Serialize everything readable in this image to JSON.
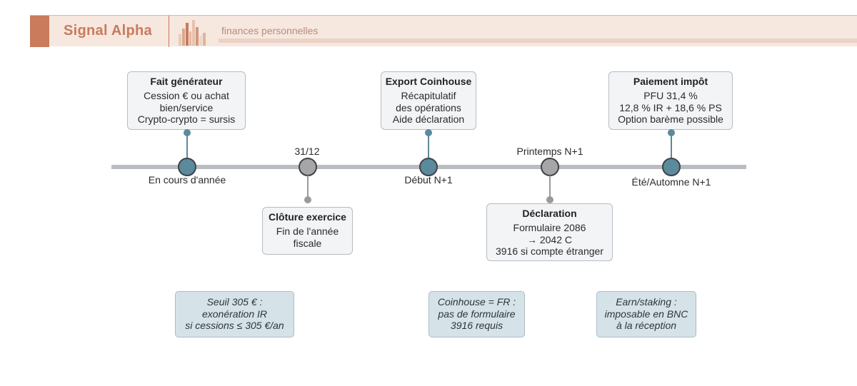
{
  "header": {
    "brand": "Signal Alpha",
    "tagline": "finances personnelles",
    "logo_icon": "bar-chart-logo-icon"
  },
  "colors": {
    "accent": "#c97b5c",
    "node_blue": "#5b8a9c",
    "node_grey": "#a6a6a6",
    "axis": "#b9bcc1",
    "note_bg": "#d5e3e8"
  },
  "timeline": {
    "events": [
      {
        "label": "En cours d'année",
        "kind": "blue",
        "box": {
          "title": "Fait générateur",
          "lines": [
            "Cession € ou achat",
            "bien/service",
            "Crypto-crypto = sursis"
          ]
        }
      },
      {
        "label": "31/12",
        "kind": "grey",
        "box": {
          "title": "Clôture exercice",
          "lines": [
            "Fin de l'année",
            "fiscale"
          ]
        }
      },
      {
        "label": "Début N+1",
        "kind": "blue",
        "box": {
          "title": "Export Coinhouse",
          "lines": [
            "Récapitulatif",
            "des opérations",
            "Aide déclaration"
          ]
        }
      },
      {
        "label": "Printemps N+1",
        "kind": "grey",
        "box": {
          "title": "Déclaration",
          "lines": [
            "Formulaire 2086",
            "→ 2042 C",
            "3916 si compte étranger"
          ]
        }
      },
      {
        "label": "Été/Automne N+1",
        "kind": "blue",
        "box": {
          "title": "Paiement impôt",
          "lines": [
            "PFU 31,4 %",
            "12,8 % IR + 18,6 % PS",
            "Option barème possible"
          ]
        }
      }
    ]
  },
  "notes": [
    {
      "lines": [
        "Seuil 305 € :",
        "exonération IR",
        "si cessions ≤ 305 €/an"
      ]
    },
    {
      "lines": [
        "Coinhouse = FR :",
        "pas de formulaire",
        "3916 requis"
      ]
    },
    {
      "lines": [
        "Earn/staking :",
        "imposable en BNC",
        "à la réception"
      ]
    }
  ]
}
